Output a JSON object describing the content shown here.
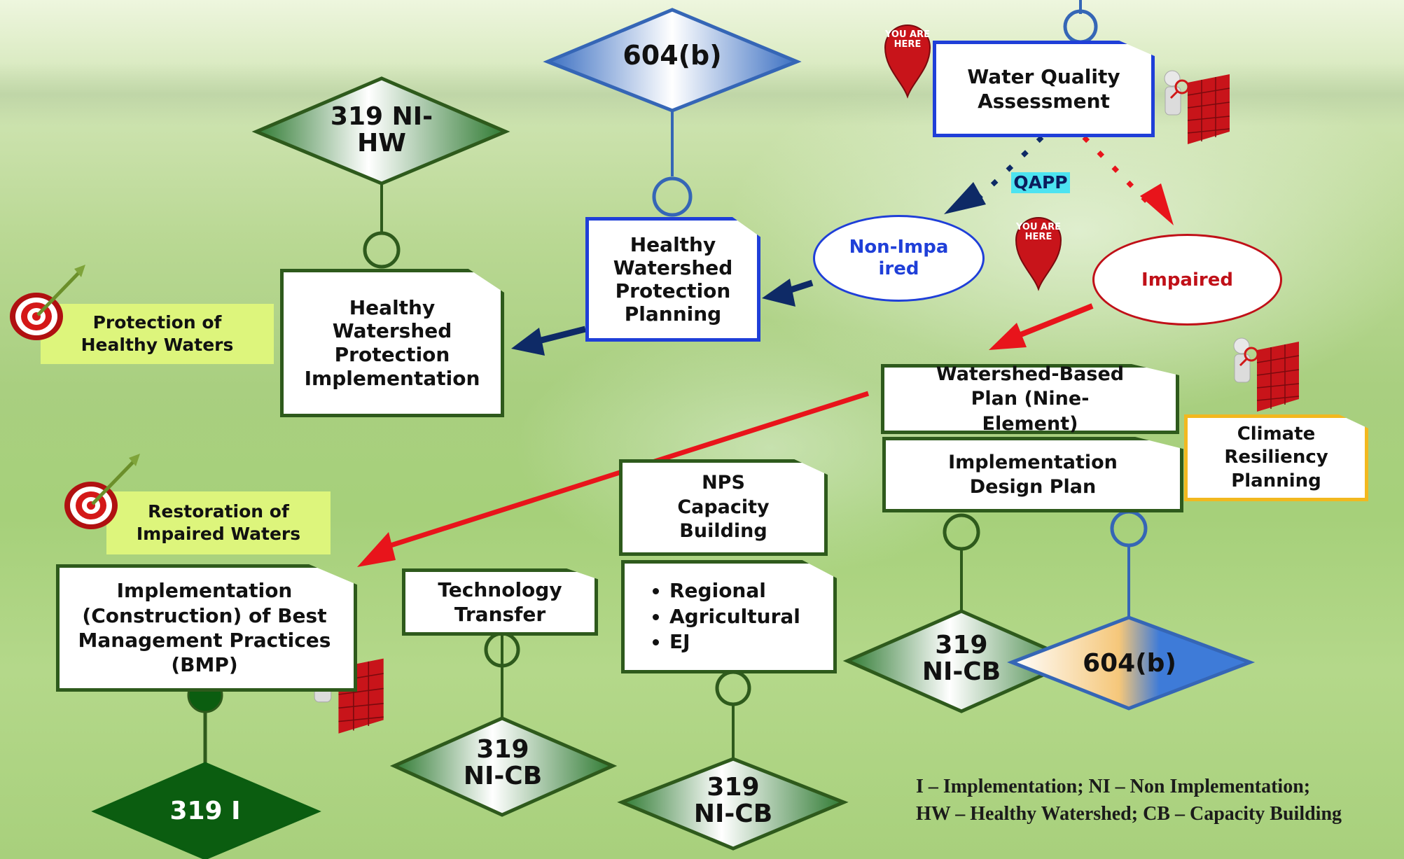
{
  "nodes": {
    "assessment": "Water Quality Assessment",
    "qapp": "QAPP",
    "non_impaired": "Non-Impaired",
    "impaired": "Impaired",
    "hw_planning": "Healthy Watershed Protection Planning",
    "hw_implementation": "Healthy Watershed Protection Implementation",
    "wbp": "Watershed-Based Plan (Nine-Element)",
    "idp": "Implementation Design Plan",
    "climate": "Climate Resiliency Planning",
    "nps_capacity": "NPS Capacity Building",
    "nps_items": [
      "Regional",
      "Agricultural",
      "EJ"
    ],
    "tech_transfer": "Technology Transfer",
    "bmp": "Implementation (Construction) of Best Management Practices (BMP)"
  },
  "funding": {
    "top_604b": "604(b)",
    "hw_319": "319 NI-HW",
    "cb_319_right": "319 NI-CB",
    "right_604b": "604(b)",
    "cb_319_tech": "319 NI-CB",
    "cb_319_nps": "319 NI-CB",
    "i_319": "319 I"
  },
  "goals": {
    "protection": "Protection of Healthy Waters",
    "restoration": "Restoration of Impaired Waters"
  },
  "pins": {
    "pin1": "YOU ARE HERE",
    "pin2": "YOU ARE HERE"
  },
  "icons": [
    "target-icon",
    "target-icon",
    "you-are-here-pin-icon",
    "you-are-here-pin-icon",
    "person-brick-wall-icon"
  ],
  "legend": {
    "line1": "I – Implementation; NI – Non Implementation;",
    "line2": "HW – Healthy Watershed; CB – Capacity Building"
  },
  "colors": {
    "green_border": "#2e5a1c",
    "blue_border": "#1f3fd8",
    "gold_border": "#f2b81f",
    "red_arrow": "#e8141b",
    "navy_arrow": "#0e2a66",
    "label_bg": "#ddf57c",
    "dark_green": "#0b5d10",
    "qapp_bg": "#4de3f0"
  }
}
